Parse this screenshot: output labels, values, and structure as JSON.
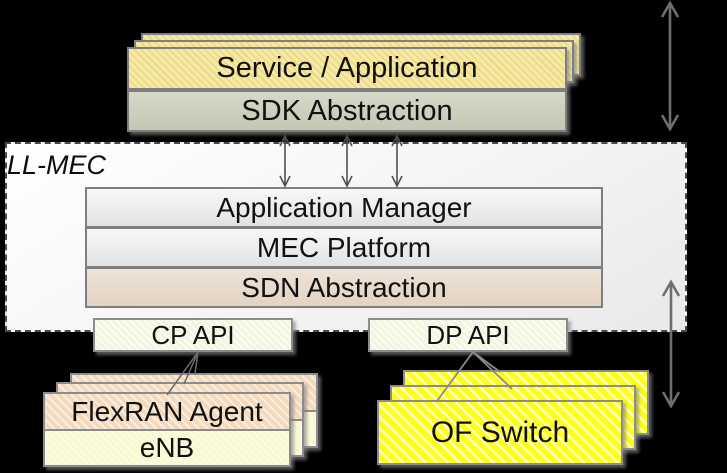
{
  "container": {
    "label": "LL-MEC"
  },
  "top_stack": {
    "stack_count": 3,
    "service": {
      "label": "Service / Application"
    },
    "sdk": {
      "label": "SDK Abstraction"
    }
  },
  "core_layers": [
    {
      "label": "Application Manager"
    },
    {
      "label": "MEC Platform"
    },
    {
      "label": "SDN Abstraction"
    }
  ],
  "apis": {
    "cp": {
      "label": "CP API"
    },
    "dp": {
      "label": "DP API"
    }
  },
  "south_left_stack": {
    "stack_count": 3,
    "agent": {
      "label": "FlexRAN Agent"
    },
    "enb": {
      "label": "eNB"
    }
  },
  "south_right_stack": {
    "stack_count": 3,
    "switch": {
      "label": "OF Switch"
    }
  },
  "colors": {
    "background": "#000000",
    "service_box": "#f6e9a2",
    "sdk_box": "#c9ceba",
    "core_box": "#ededed",
    "sdn_box": "#e8dccd",
    "api_box": "#f2f6de",
    "flexran_box": "#f4d9bd",
    "enb_box": "#f9f9d0",
    "of_switch_box": "#ffff16",
    "container_fill": "#f5f5f5",
    "arrow": "#5a5a5a"
  }
}
